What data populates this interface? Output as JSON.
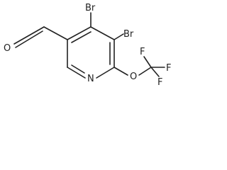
{
  "molecule": {
    "atoms": {
      "br_top": "Br",
      "br_right": "Br",
      "oxygen_aldehyde": "O",
      "nitrogen": "N",
      "oxygen_ether": "O",
      "f_upper": "F",
      "f_right": "F",
      "f_lower": "F"
    }
  }
}
